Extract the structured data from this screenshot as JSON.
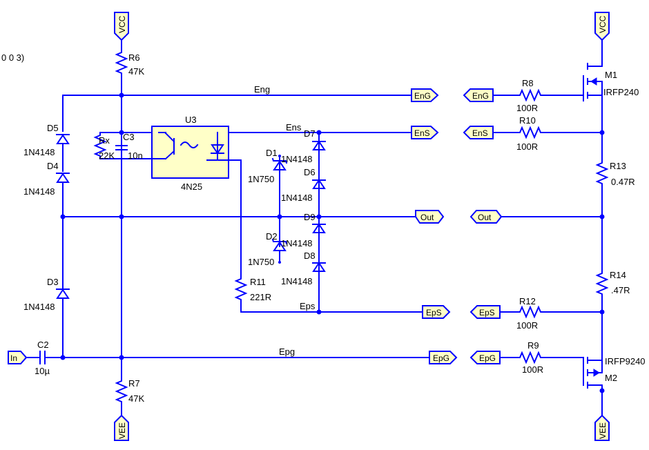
{
  "directive": "0 0 3)",
  "power": {
    "vcc": "VCC",
    "vee": "VEE"
  },
  "input_label": "In",
  "nets": {
    "eng": "Eng",
    "ens": "Ens",
    "eps": "Eps",
    "epg": "Epg"
  },
  "flags": {
    "eng": "EnG",
    "ens": "EnS",
    "out": "Out",
    "eps": "EpS",
    "epg": "EpG"
  },
  "components": {
    "r6": {
      "name": "R6",
      "value": "47K"
    },
    "r7": {
      "name": "R7",
      "value": "47K"
    },
    "rx": {
      "name": "Rx",
      "value": "22K"
    },
    "c3": {
      "name": "C3",
      "value": "10n"
    },
    "c2": {
      "name": "C2",
      "value": "10µ"
    },
    "d5": {
      "name": "D5",
      "value": "1N4148"
    },
    "d4": {
      "name": "D4",
      "value": "1N4148"
    },
    "d3": {
      "name": "D3",
      "value": "1N4148"
    },
    "u3": {
      "name": "U3",
      "value": "4N25"
    },
    "d1": {
      "name": "D1",
      "value": "1N750"
    },
    "d2": {
      "name": "D2",
      "value": "1N750"
    },
    "d7": {
      "name": "D7",
      "value": "1N4148"
    },
    "d6": {
      "name": "D6",
      "value": "1N4148"
    },
    "d9": {
      "name": "D9",
      "value": "1N4148"
    },
    "d8": {
      "name": "D8",
      "value": "1N4148"
    },
    "r11": {
      "name": "R11",
      "value": "221R"
    },
    "r8": {
      "name": "R8",
      "value": "100R"
    },
    "r10": {
      "name": "R10",
      "value": "100R"
    },
    "r12": {
      "name": "R12",
      "value": "100R"
    },
    "r9": {
      "name": "R9",
      "value": "100R"
    },
    "r13": {
      "name": "R13",
      "value": "0.47R"
    },
    "r14": {
      "name": "R14",
      "value": ".47R"
    },
    "m1": {
      "name": "M1",
      "value": "IRFP240"
    },
    "m2": {
      "name": "M2",
      "value": "IRFP9240"
    }
  },
  "colors": {
    "wire": "#0000ff",
    "flag_fill": "#ffffc8"
  }
}
